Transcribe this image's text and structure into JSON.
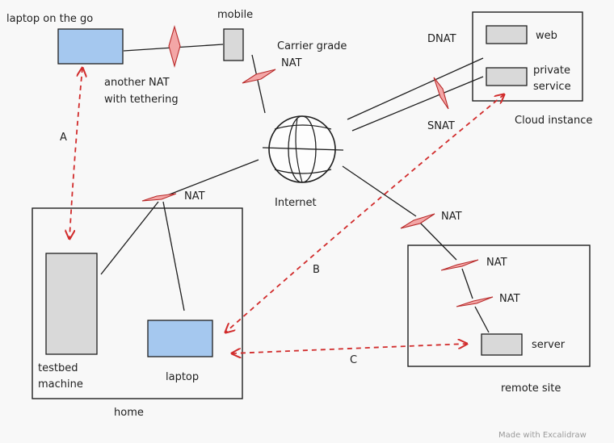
{
  "labels": {
    "laptop_on_the_go": "laptop on the go",
    "mobile": "mobile",
    "carrier_grade_1": "Carrier grade",
    "carrier_grade_2": "NAT",
    "another_nat_1": "another NAT",
    "another_nat_2": "with tethering",
    "dnat": "DNAT",
    "snat": "SNAT",
    "web": "web",
    "private_service_1": "private",
    "private_service_2": "service",
    "cloud_instance": "Cloud instance",
    "internet": "Internet",
    "nat_home": "NAT",
    "nat_remote_1": "NAT",
    "nat_remote_2": "NAT",
    "nat_remote_3": "NAT",
    "connection_a": "A",
    "connection_b": "B",
    "connection_c": "C",
    "testbed_1": "testbed",
    "testbed_2": "machine",
    "laptop": "laptop",
    "home": "home",
    "server": "server",
    "remote_site": "remote site",
    "watermark": "Made with Excalidraw"
  },
  "colors": {
    "device_gray": "#d9d9d9",
    "device_blue": "#a5c8ef",
    "nat_fill": "#f3a6a6",
    "connection_red": "#d12c2c",
    "stroke": "#1e1e1e"
  }
}
